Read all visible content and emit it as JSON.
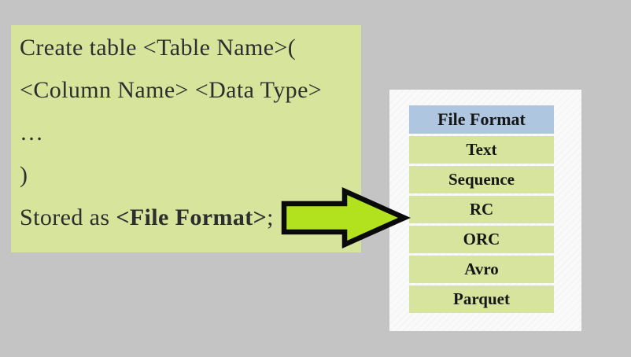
{
  "code_box": {
    "lines": [
      "Create table <Table Name>(",
      "<Column Name> <Data Type>",
      "…",
      ")"
    ],
    "stored_as": {
      "prefix": "Stored as ",
      "emphasis": "<File Format>",
      "suffix": ";"
    }
  },
  "arrow": {
    "icon": "right-arrow",
    "fill": "#b2e21e",
    "outline": "#0a0a0a"
  },
  "table": {
    "header": "File Format",
    "rows": [
      "Text",
      "Sequence",
      "RC",
      "ORC",
      "Avro",
      "Parquet"
    ]
  },
  "colors": {
    "background": "#c4c4c4",
    "code_box_bg": "#d6e49c",
    "row_bg": "#d7e49e",
    "header_bg": "#aec6e0",
    "card_bg": "#fafafa",
    "text": "#2e2e2e"
  }
}
